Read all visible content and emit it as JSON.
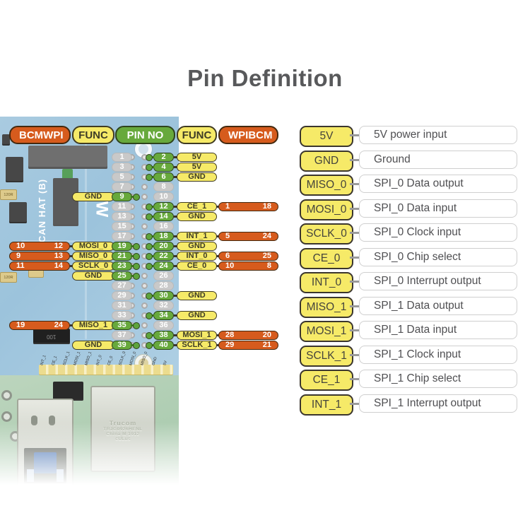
{
  "title": "Pin Definition",
  "colors": {
    "orange": "#d65b1d",
    "yellow": "#f6ea68",
    "green": "#67a93c",
    "gray_pin": "#c9c9c9",
    "box_border": "#3b362e",
    "title_text": "#58595b",
    "hat_blue": "#a9cbe0",
    "pi_green": "#b5d1b7"
  },
  "pin_header": {
    "cells": [
      {
        "type": "orange",
        "labels": [
          "BCM",
          "WPI"
        ]
      },
      {
        "type": "yellow",
        "labels": [
          "FUNC"
        ]
      },
      {
        "type": "green",
        "labels": [
          "PIN NO"
        ]
      },
      {
        "type": "yellow",
        "labels": [
          "FUNC"
        ]
      },
      {
        "type": "orange",
        "labels": [
          "WPI",
          "BCM"
        ]
      }
    ]
  },
  "rows": [
    {
      "odd": {
        "pin": "1"
      },
      "even": {
        "pin": "2",
        "active": true,
        "func": "5V"
      }
    },
    {
      "odd": {
        "pin": "3"
      },
      "even": {
        "pin": "4",
        "active": true,
        "func": "5V"
      }
    },
    {
      "odd": {
        "pin": "5"
      },
      "even": {
        "pin": "6",
        "active": true,
        "func": "GND"
      }
    },
    {
      "odd": {
        "pin": "7"
      },
      "even": {
        "pin": "8"
      }
    },
    {
      "odd": {
        "pin": "9",
        "active": true,
        "func": "GND"
      },
      "even": {
        "pin": "10"
      }
    },
    {
      "odd": {
        "pin": "11"
      },
      "even": {
        "pin": "12",
        "active": true,
        "func": "CE_1",
        "wpi": "1",
        "bcm": "18"
      }
    },
    {
      "odd": {
        "pin": "13"
      },
      "even": {
        "pin": "14",
        "active": true,
        "func": "GND"
      }
    },
    {
      "odd": {
        "pin": "15"
      },
      "even": {
        "pin": "16"
      }
    },
    {
      "odd": {
        "pin": "17"
      },
      "even": {
        "pin": "18",
        "active": true,
        "func": "INT_1",
        "wpi": "5",
        "bcm": "24"
      }
    },
    {
      "odd": {
        "pin": "19",
        "active": true,
        "func": "MOSI_0",
        "bcm": "10",
        "wpi": "12"
      },
      "even": {
        "pin": "20",
        "active": true,
        "func": "GND"
      }
    },
    {
      "odd": {
        "pin": "21",
        "active": true,
        "func": "MISO_0",
        "bcm": "9",
        "wpi": "13"
      },
      "even": {
        "pin": "22",
        "active": true,
        "func": "INT_0",
        "wpi": "6",
        "bcm": "25"
      }
    },
    {
      "odd": {
        "pin": "23",
        "active": true,
        "func": "SCLK_0",
        "bcm": "11",
        "wpi": "14"
      },
      "even": {
        "pin": "24",
        "active": true,
        "func": "CE_0",
        "wpi": "10",
        "bcm": "8"
      }
    },
    {
      "odd": {
        "pin": "25",
        "active": true,
        "func": "GND"
      },
      "even": {
        "pin": "26"
      }
    },
    {
      "odd": {
        "pin": "27"
      },
      "even": {
        "pin": "28"
      }
    },
    {
      "odd": {
        "pin": "29"
      },
      "even": {
        "pin": "30",
        "active": true,
        "func": "GND"
      }
    },
    {
      "odd": {
        "pin": "31"
      },
      "even": {
        "pin": "32"
      }
    },
    {
      "odd": {
        "pin": "33"
      },
      "even": {
        "pin": "34",
        "active": true,
        "func": "GND"
      }
    },
    {
      "odd": {
        "pin": "35",
        "active": true,
        "func": "MISO_1",
        "bcm": "19",
        "wpi": "24"
      },
      "even": {
        "pin": "36"
      }
    },
    {
      "odd": {
        "pin": "37"
      },
      "even": {
        "pin": "38",
        "active": true,
        "func": "MOSI_1",
        "wpi": "28",
        "bcm": "20"
      }
    },
    {
      "odd": {
        "pin": "39",
        "active": true,
        "func": "GND"
      },
      "even": {
        "pin": "40",
        "active": true,
        "func": "SCLK_1",
        "wpi": "29",
        "bcm": "21"
      }
    }
  ],
  "legend": [
    {
      "label": "5V",
      "desc": "5V power input"
    },
    {
      "label": "GND",
      "desc": "Ground"
    },
    {
      "label": "MISO_0",
      "desc": "SPI_0 Data output"
    },
    {
      "label": "MOSI_0",
      "desc": "SPI_0 Data input"
    },
    {
      "label": "SCLK_0",
      "desc": "SPI_0 Clock input"
    },
    {
      "label": "CE_0",
      "desc": "SPI_0 Chip select"
    },
    {
      "label": "INT_0",
      "desc": "SPI_0 Interrupt output"
    },
    {
      "label": "MISO_1",
      "desc": "SPI_1 Data output"
    },
    {
      "label": "MOSI_1",
      "desc": "SPI_1 Data input"
    },
    {
      "label": "SCLK_1",
      "desc": "SPI_1 Clock input"
    },
    {
      "label": "CE_1",
      "desc": "SPI_1 Chip select"
    },
    {
      "label": "INT_1",
      "desc": "SPI_1 Interrupt output"
    }
  ],
  "board": {
    "silkscreen_text": "CAN HAT (B)",
    "logo_letter": "W",
    "resistor_label": "120R",
    "inductor_label": "100",
    "pad_labels": [
      "INT_1",
      "CE_1",
      "SCLK_1",
      "MOSI_1",
      "MISO_1",
      "INT_0",
      "CE_0",
      "SCLK_0",
      "MOSI_0",
      "MISO_0",
      "GND",
      "5V"
    ],
    "ethernet_text": [
      "Trucom",
      "TRJG0926HENL",
      "China M 1912",
      "cULus"
    ]
  }
}
